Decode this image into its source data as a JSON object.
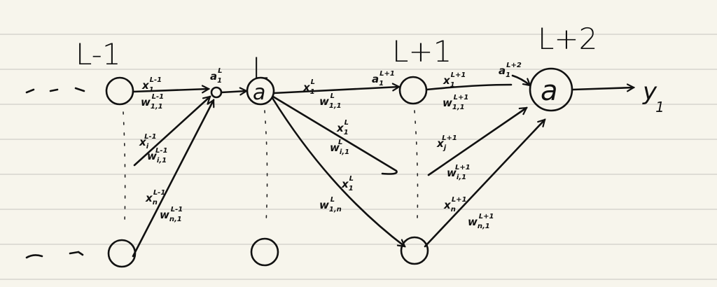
{
  "layers": {
    "l_minus_1": "L-1",
    "l": "L",
    "l_plus_1": "L+1",
    "l_plus_2": "L+2"
  },
  "node_glyph": "a",
  "output": {
    "base": "y",
    "sub": "1"
  },
  "labels": [
    {
      "id": "x1-Lm1",
      "base": "x",
      "sub": "1",
      "sup": "L-1"
    },
    {
      "id": "w11-Lm1",
      "base": "w",
      "sub": "1,1",
      "sup": "L-1"
    },
    {
      "id": "xi-Lm1",
      "base": "x",
      "sub": "i",
      "sup": "L-1"
    },
    {
      "id": "wi1-Lm1",
      "base": "w",
      "sub": "i,1",
      "sup": "L-1"
    },
    {
      "id": "xn-Lm1",
      "base": "x",
      "sub": "n",
      "sup": "L-1"
    },
    {
      "id": "wn1-Lm1",
      "base": "w",
      "sub": "n,1",
      "sup": "L-1"
    },
    {
      "id": "a1-L",
      "base": "a",
      "sub": "1",
      "sup": "L"
    },
    {
      "id": "x1-L-a",
      "base": "x",
      "sub": "1",
      "sup": "L"
    },
    {
      "id": "w11-L-a",
      "base": "w",
      "sub": "1,1",
      "sup": "L"
    },
    {
      "id": "x1-L-b",
      "base": "x",
      "sub": "1",
      "sup": "L"
    },
    {
      "id": "wi1-L",
      "base": "w",
      "sub": "i,1",
      "sup": "L"
    },
    {
      "id": "x1-L-c",
      "base": "x",
      "sub": "1",
      "sup": "L"
    },
    {
      "id": "w1n-L",
      "base": "w",
      "sub": "1,n",
      "sup": "L"
    },
    {
      "id": "a1-Lp1",
      "base": "a",
      "sub": "1",
      "sup": "L+1"
    },
    {
      "id": "x1-Lp1",
      "base": "x",
      "sub": "1",
      "sup": "L+1"
    },
    {
      "id": "w11-Lp1",
      "base": "w",
      "sub": "1,1",
      "sup": "L+1"
    },
    {
      "id": "xj-Lp1",
      "base": "x",
      "sub": "j",
      "sup": "L+1"
    },
    {
      "id": "wi1-Lp1",
      "base": "w",
      "sub": "i,1",
      "sup": "L+1"
    },
    {
      "id": "xn-Lp1",
      "base": "x",
      "sub": "n",
      "sup": "L+1"
    },
    {
      "id": "wn1-Lp1",
      "base": "w",
      "sub": "n,1",
      "sup": "L+1"
    },
    {
      "id": "a1-Lp2",
      "base": "a",
      "sub": "1",
      "sup": "L+2"
    }
  ]
}
